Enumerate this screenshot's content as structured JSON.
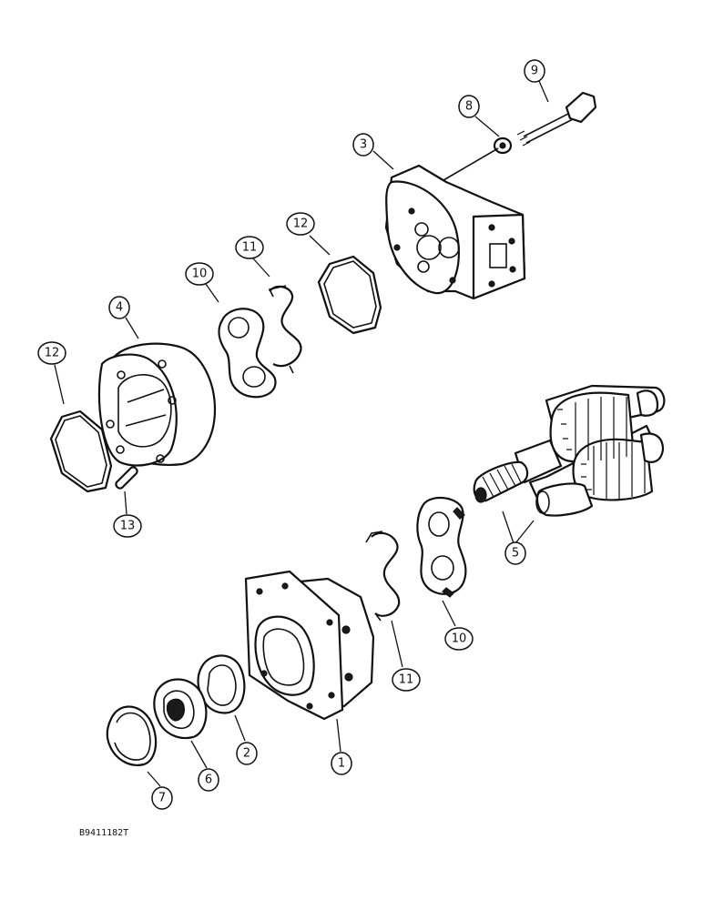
{
  "figure_id": "B9411182T",
  "callouts": [
    {
      "id": "c1",
      "label": "1"
    },
    {
      "id": "c2",
      "label": "2"
    },
    {
      "id": "c3",
      "label": "3"
    },
    {
      "id": "c4",
      "label": "4"
    },
    {
      "id": "c5",
      "label": "5"
    },
    {
      "id": "c6",
      "label": "6"
    },
    {
      "id": "c7",
      "label": "7"
    },
    {
      "id": "c8",
      "label": "8"
    },
    {
      "id": "c9",
      "label": "9"
    },
    {
      "id": "c10a",
      "label": "10"
    },
    {
      "id": "c10b",
      "label": "10"
    },
    {
      "id": "c11a",
      "label": "11"
    },
    {
      "id": "c11b",
      "label": "11"
    },
    {
      "id": "c12a",
      "label": "12"
    },
    {
      "id": "c12b",
      "label": "12"
    },
    {
      "id": "c13",
      "label": "13"
    }
  ]
}
